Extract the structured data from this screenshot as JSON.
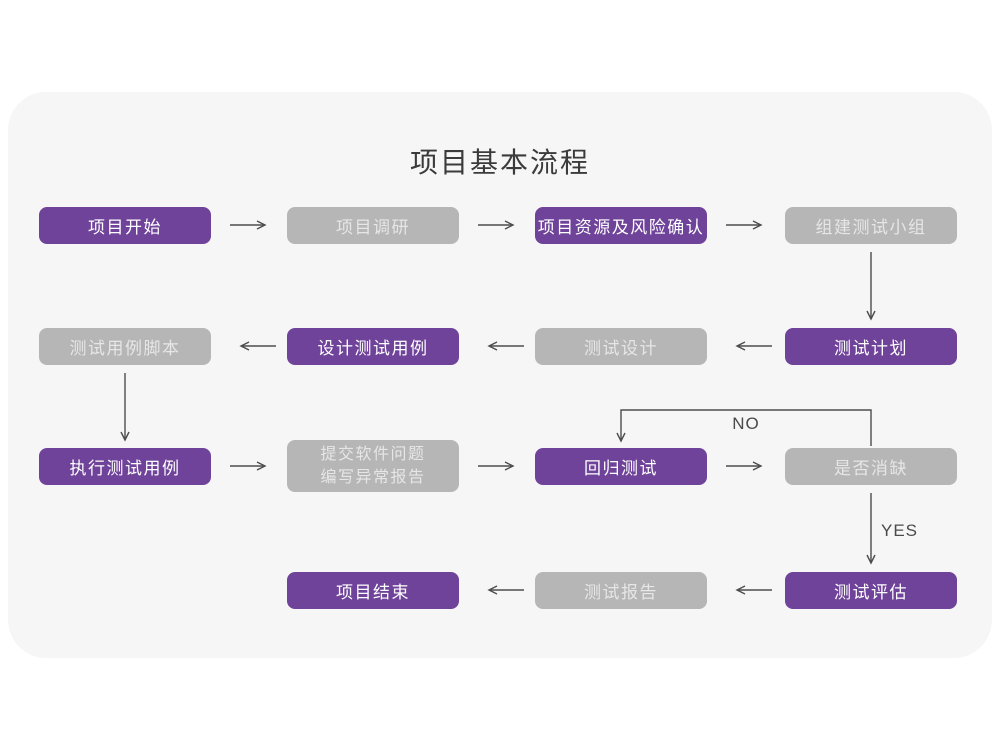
{
  "title": "项目基本流程",
  "edge_labels": {
    "no": "NO",
    "yes": "YES"
  },
  "colors": {
    "node_purple": "#6f4399",
    "node_gray": "#b6b6b6",
    "card_background": "#f6f6f7",
    "arrow": "#4d4d4d",
    "title_text": "#3b3b3b"
  },
  "nodes": [
    {
      "id": "project-start",
      "label": "项目开始",
      "style": "purple"
    },
    {
      "id": "project-research",
      "label": "项目调研",
      "style": "gray"
    },
    {
      "id": "resources-risk-confirm",
      "label": "项目资源及风险确认",
      "style": "purple"
    },
    {
      "id": "build-test-team",
      "label": "组建测试小组",
      "style": "gray"
    },
    {
      "id": "test-plan",
      "label": "测试计划",
      "style": "purple"
    },
    {
      "id": "test-design",
      "label": "测试设计",
      "style": "gray"
    },
    {
      "id": "design-test-cases",
      "label": "设计测试用例",
      "style": "purple"
    },
    {
      "id": "test-case-scripts",
      "label": "测试用例脚本",
      "style": "gray"
    },
    {
      "id": "execute-test-cases",
      "label": "执行测试用例",
      "style": "purple"
    },
    {
      "id": "submit-issues-report",
      "label": "提交软件问题\n编写异常报告",
      "style": "gray"
    },
    {
      "id": "regression-test",
      "label": "回归测试",
      "style": "purple"
    },
    {
      "id": "defect-resolved",
      "label": "是否消缺",
      "style": "gray"
    },
    {
      "id": "test-evaluation",
      "label": "测试评估",
      "style": "purple"
    },
    {
      "id": "test-report",
      "label": "测试报告",
      "style": "gray"
    },
    {
      "id": "project-end",
      "label": "项目结束",
      "style": "purple"
    }
  ],
  "edges": [
    "项目开始→项目调研",
    "项目调研→项目资源及风险确认",
    "项目资源及风险确认→组建测试小组",
    "组建测试小组→测试计划",
    "测试计划→测试设计",
    "测试设计→设计测试用例",
    "设计测试用例→测试用例脚本",
    "测试用例脚本→执行测试用例",
    "执行测试用例→提交软件问题编写异常报告",
    "提交软件问题编写异常报告→回归测试",
    "回归测试→是否消缺",
    "是否消缺→回归测试(NO)",
    "是否消缺→测试评估(YES)",
    "测试评估→测试报告",
    "测试报告→项目结束"
  ]
}
